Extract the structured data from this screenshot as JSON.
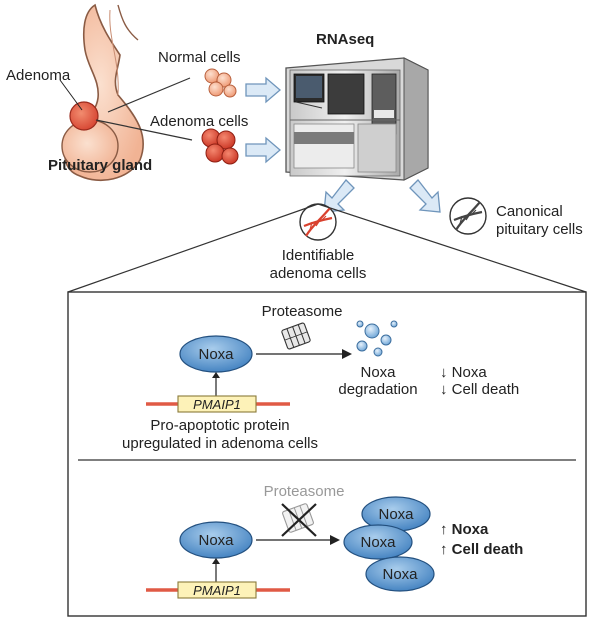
{
  "top": {
    "adenoma_label": "Adenoma",
    "gland_label": "Pituitary gland",
    "normal_cells_label": "Normal cells",
    "adenoma_cells_label": "Adenoma cells",
    "rnaseq_label": "RNAseq",
    "identifiable_line1": "Identifiable",
    "identifiable_line2": "adenoma cells",
    "canonical_line1": "Canonical",
    "canonical_line2": "pituitary cells"
  },
  "panel_top": {
    "proteasome_label": "Proteasome",
    "noxa_label": "Noxa",
    "gene_label": "PMAIP1",
    "degradation_line1": "Noxa",
    "degradation_line2": "degradation",
    "effect_line1": "↓ Noxa",
    "effect_line2": "↓ Cell death",
    "desc_line1": "Pro-apoptotic protein",
    "desc_line2": "upregulated in adenoma cells"
  },
  "panel_bottom": {
    "proteasome_label": "Proteasome",
    "noxa_label": "Noxa",
    "gene_label": "PMAIP1",
    "stack_noxa_1": "Noxa",
    "stack_noxa_2": "Noxa",
    "stack_noxa_3": "Noxa",
    "effect_line1": "↑ Noxa",
    "effect_line2": "↑ Cell death"
  },
  "colors": {
    "noxa_fill": "#4f8fc8",
    "gene_fill": "#fdf2b8",
    "dna_red": "#e05a45",
    "cell_normal": "#f2a07c",
    "cell_adenoma": "#d9412e",
    "gland_fill": "#f6c2a4",
    "arrow_fill": "#dbe9f6",
    "arrow_stroke": "#6f95bb",
    "proteasome_grey": "#999999"
  }
}
